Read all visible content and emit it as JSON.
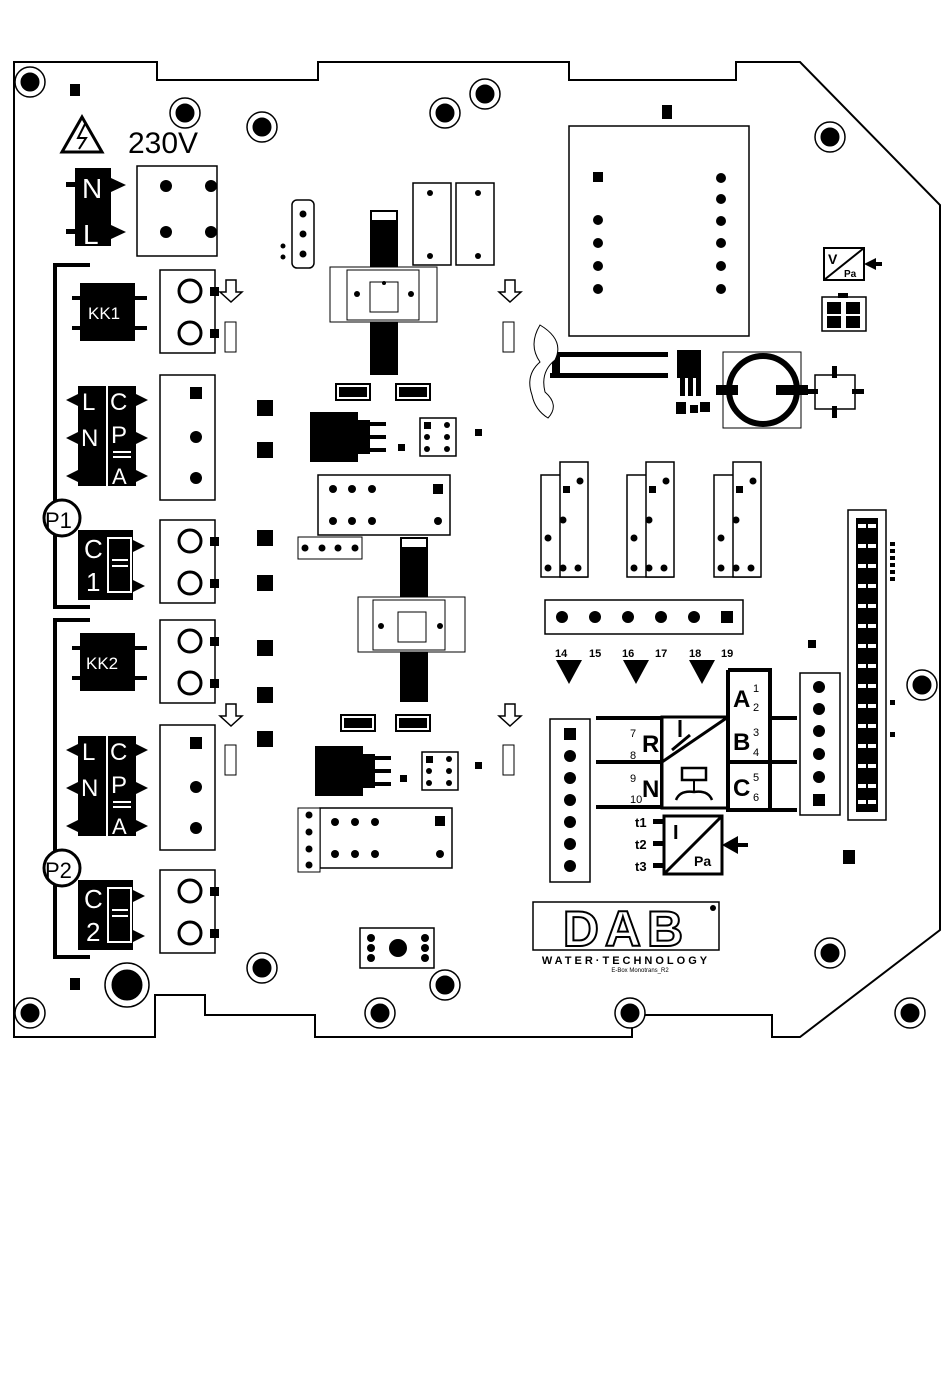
{
  "warning": {
    "voltage": "230V"
  },
  "mains": {
    "neutral": "N",
    "line": "L"
  },
  "pump1": {
    "label": "P1",
    "contactor": "KK1",
    "l": "L",
    "n": "N",
    "c": "C",
    "p": "P",
    "a": "A",
    "cap_c": "C",
    "cap_n": "1"
  },
  "pump2": {
    "label": "P2",
    "contactor": "KK2",
    "l": "L",
    "n": "N",
    "c": "C",
    "p": "P",
    "a": "A",
    "cap_c": "C",
    "cap_n": "2"
  },
  "terminals": {
    "t14": "14",
    "t15": "15",
    "t16": "16",
    "t17": "17",
    "t18": "18",
    "t19": "19"
  },
  "float_inputs": {
    "r": "R",
    "n": "N",
    "r_top": "7",
    "r_bot": "8",
    "n_top": "9",
    "n_bot": "10"
  },
  "alarm_outputs": {
    "a": "A",
    "b": "B",
    "c": "C",
    "a1": "1",
    "a2": "2",
    "b3": "3",
    "b4": "4",
    "c5": "5",
    "c6": "6"
  },
  "pressure_sensor": {
    "t1": "t1",
    "t2": "t2",
    "t3": "t3",
    "i": "I",
    "pa": "Pa"
  },
  "vpa_sensor": {
    "v": "V",
    "pa": "Pa"
  },
  "brand": {
    "logo": "DAB",
    "tagline": "WATER·TECHNOLOGY",
    "board": "E-Box Monotrans_R2"
  }
}
